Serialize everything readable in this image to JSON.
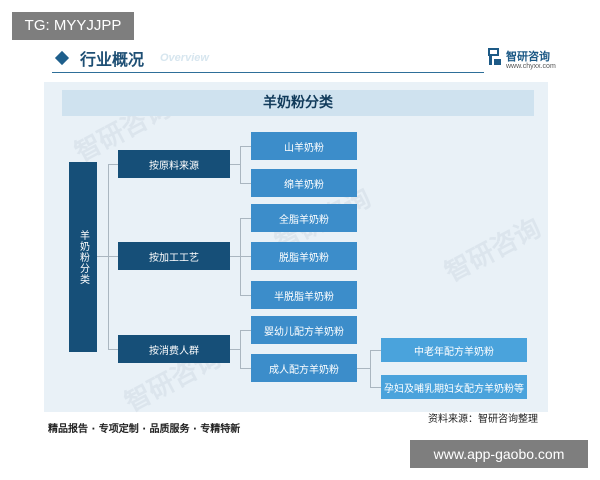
{
  "overlay_tag": "TG: MYYJJPP",
  "header": {
    "title": "行业概况",
    "title_en": "Overview",
    "logo_name": "智研咨询",
    "logo_url": "www.chyxx.com"
  },
  "diagram": {
    "title": "羊奶粉分类",
    "root": "羊奶粉分类",
    "categories": [
      {
        "label": "按原料来源",
        "items": [
          "山羊奶粉",
          "绵羊奶粉"
        ]
      },
      {
        "label": "按加工工艺",
        "items": [
          "全脂羊奶粉",
          "脱脂羊奶粉",
          "半脱脂羊奶粉"
        ]
      },
      {
        "label": "按消费人群",
        "items": [
          "婴幼儿配方羊奶粉",
          "成人配方羊奶粉"
        ],
        "sub_items": [
          "中老年配方羊奶粉",
          "孕妇及哺乳期妇女配方羊奶粉等"
        ]
      }
    ],
    "source": "资料来源：智研咨询整理",
    "watermark_faint": "智研咨询"
  },
  "footer": {
    "slogan": "精品报告 · 专项定制 · 品质服务 · 专精特新"
  },
  "watermark": "www.app-gaobo.com",
  "colors": {
    "dark_box": "#164f78",
    "leaf_box": "#3c8dca",
    "sub_box": "#4aa3dc",
    "title_bar": "#cfe2ef",
    "diagram_bg": "#e9f1f7"
  }
}
